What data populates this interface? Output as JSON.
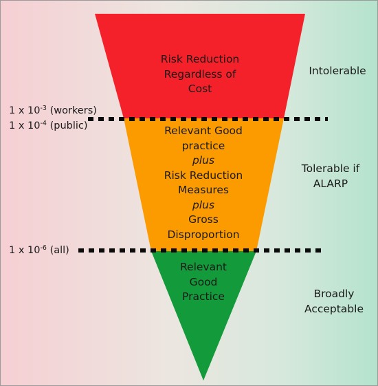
{
  "diagram": {
    "colors": {
      "intolerable": "#f5212a",
      "tolerable": "#fb9b00",
      "acceptable": "#139a3a",
      "threshold_line": "#0a0a0a"
    },
    "segments": {
      "top": [
        "Risk Reduction",
        "Regardless of",
        "Cost"
      ],
      "middle": [
        {
          "text": "Relevant Good",
          "italic": false
        },
        {
          "text": "practice",
          "italic": false
        },
        {
          "text": "plus",
          "italic": true
        },
        {
          "text": "Risk Reduction",
          "italic": false
        },
        {
          "text": "Measures",
          "italic": false
        },
        {
          "text": "plus",
          "italic": true
        },
        {
          "text": "Gross",
          "italic": false
        },
        {
          "text": "Disproportion",
          "italic": false
        }
      ],
      "bottom": [
        "Relevant",
        "Good",
        "Practice"
      ]
    },
    "zones": {
      "intolerable": [
        "Intolerable"
      ],
      "tolerable": [
        "Tolerable if",
        "ALARP"
      ],
      "acceptable": [
        "Broadly",
        "Acceptable"
      ]
    },
    "thresholds": {
      "workers": {
        "prefix": "1 x 10",
        "exp": "-3",
        "suffix": " (workers)"
      },
      "public": {
        "prefix": "1 x 10",
        "exp": "-4",
        "suffix": " (public)"
      },
      "all": {
        "prefix": "1 x 10",
        "exp": "-6",
        "suffix": " (all)"
      }
    }
  }
}
